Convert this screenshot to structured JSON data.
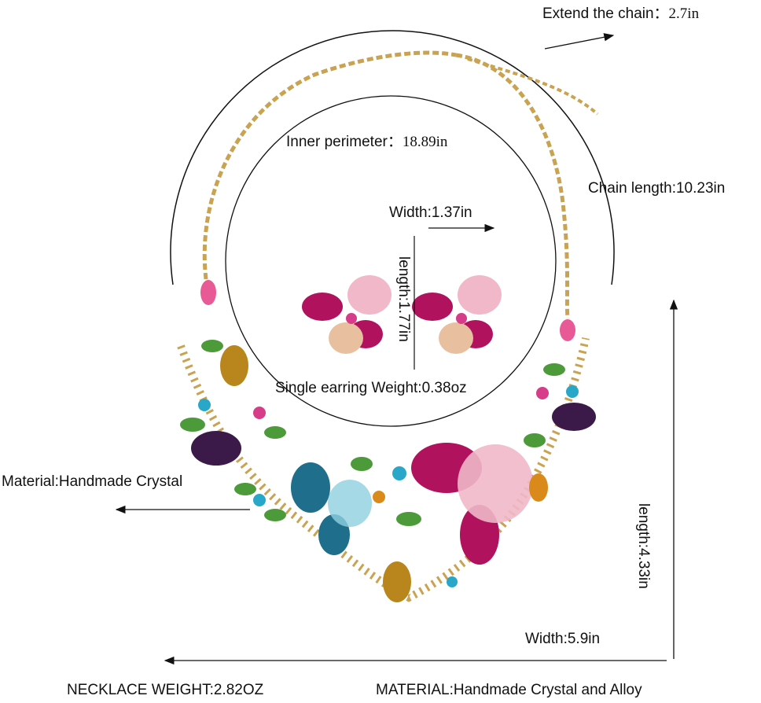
{
  "labels": {
    "extend_chain": "Extend the chain：",
    "extend_chain_value": "2.7in",
    "inner_perimeter": "Inner perimeter：",
    "inner_perimeter_value": "18.89in",
    "chain_length": "Chain length:10.23in",
    "earring_width": "Width:1.37in",
    "earring_length": "length:1.77in",
    "earring_weight": "Single earring Weight:0.38oz",
    "material_left": "Material:Handmade Crystal",
    "necklace_length": "length:4.33in",
    "necklace_width": "Width:5.9in",
    "necklace_weight": "NECKLACE WEIGHT:2.82OZ",
    "material_bottom": "MATERIAL:Handmade Crystal and Alloy"
  },
  "colors": {
    "gold": "#c9a352",
    "magenta": "#b0125e",
    "pink": "#f0b8c8",
    "teal": "#1f6f8c",
    "purple": "#3b1a4a",
    "amber": "#b8861c",
    "green": "#4d9a3a",
    "cyan": "#29a7c9"
  }
}
